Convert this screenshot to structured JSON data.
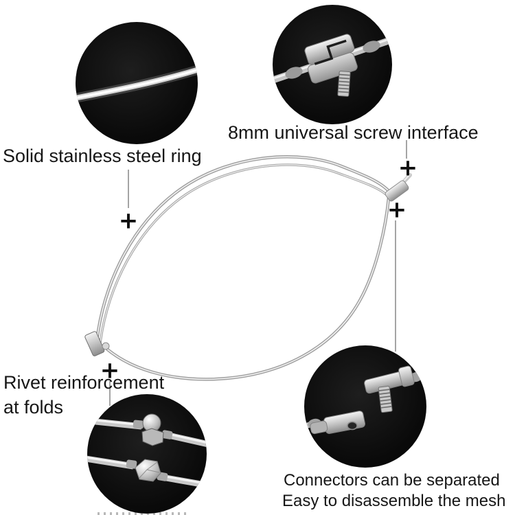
{
  "image_kind": "product-annotation-infographic",
  "background": "#ffffff",
  "colors": {
    "text": "#161616",
    "leader_line": "#8d8d8d",
    "wire_gray": "#9f9f9f",
    "wire_highlight": "#f4f4f4",
    "photo_background": "#0c0c0c",
    "metal_light": "#d9d9d9"
  },
  "labels": {
    "steel_ring": "Solid stainless steel ring",
    "screw_interface": "8mm universal screw interface",
    "rivet_line1": "Rivet reinforcement",
    "rivet_line2": "at folds",
    "connectors_line1": "Connectors can be separated",
    "connectors_line2": "Easy to disassemble the mesh"
  },
  "markers": {
    "symbol": "+",
    "count": 4
  },
  "insets": {
    "top_left": "steel-ring-wire-closeup-photo",
    "top_right": "screw-connector-closeup-photo",
    "bottom_left": "rivet-joints-closeup-photo",
    "bottom_right": "separated-connectors-closeup-photo"
  }
}
